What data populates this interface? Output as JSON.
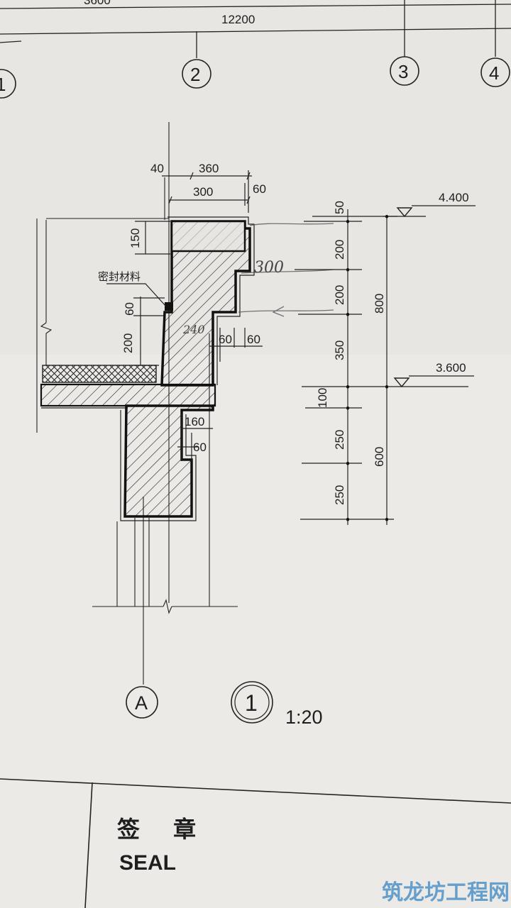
{
  "header": {
    "dims": {
      "top_clipped": "3600",
      "total": "12200"
    },
    "axes": {
      "a1": "1",
      "a2": "2",
      "a3": "3",
      "a4": "4"
    }
  },
  "detail": {
    "width_dims": {
      "offset": "40",
      "outer": "360",
      "inner": "300",
      "lip": "60"
    },
    "left_dims": {
      "top_band": "150",
      "seal_gap": "60",
      "lower": "200"
    },
    "seal_label": "密封材料",
    "inner_dims": {
      "step": "60",
      "step2": "60",
      "beam_width": "160",
      "beam_step": "60"
    },
    "handwritten": {
      "upper": "300",
      "lower": "240"
    }
  },
  "elevations": {
    "top": "4.400",
    "mid": "3.600"
  },
  "right_dims": {
    "segments": [
      "50",
      "200",
      "200",
      "350",
      "100",
      "250",
      "250"
    ],
    "totals": {
      "upper": "800",
      "lower": "600"
    }
  },
  "footer": {
    "axis_label": "A",
    "detail_no": "1",
    "scale": "1:20"
  },
  "title_block": {
    "seal_cn": "签 章",
    "seal_en": "SEAL"
  },
  "watermark": "筑龙坊工程网"
}
